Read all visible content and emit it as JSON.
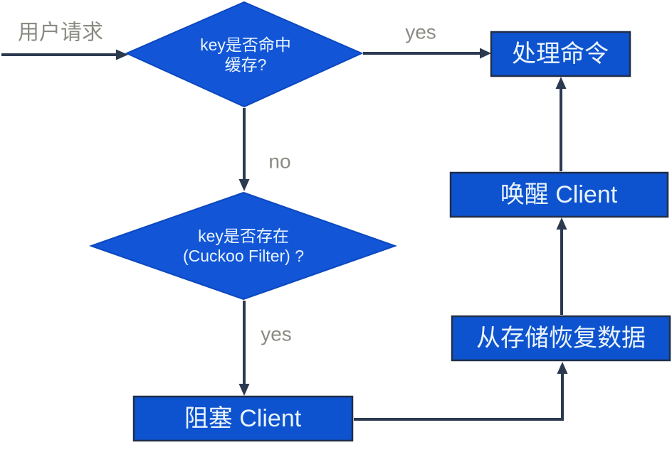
{
  "diagram": {
    "type": "flowchart",
    "topic": "cache lookup / cuckoo filter request flow"
  },
  "colors": {
    "background": "#FFFFFF",
    "diamond_fill": "#1255D7",
    "diamond_stroke": "#0B48BE",
    "box_fill": "#0D52CE",
    "box_border": "#202F49",
    "arrow": "#2C3A50",
    "label_text": "#8B8B84",
    "node_text": "#E9F4FC"
  },
  "labels": {
    "user_request": "用户请求",
    "cache_hit_yes": "yes",
    "cache_hit_no": "no",
    "key_exists_yes": "yes"
  },
  "nodes": {
    "cache_hit": {
      "line1": "key是否命中",
      "line2": "缓存?"
    },
    "process_command": {
      "label": "处理命令"
    },
    "key_exists": {
      "line1": "key是否存在",
      "line2": "(Cuckoo Filter) ?"
    },
    "block_client": {
      "label": "阻塞 Client"
    },
    "restore_data": {
      "label": "从存储恢复数据"
    },
    "wake_client": {
      "label": "唤醒 Client"
    }
  },
  "edges": [
    {
      "from": "用户请求",
      "to": "key是否命中缓存?",
      "label": ""
    },
    {
      "from": "key是否命中缓存?",
      "to": "处理命令",
      "label": "yes"
    },
    {
      "from": "key是否命中缓存?",
      "to": "key是否存在(Cuckoo Filter)?",
      "label": "no"
    },
    {
      "from": "key是否存在(Cuckoo Filter)?",
      "to": "阻塞 Client",
      "label": "yes"
    },
    {
      "from": "阻塞 Client",
      "to": "从存储恢复数据",
      "label": ""
    },
    {
      "from": "从存储恢复数据",
      "to": "唤醒 Client",
      "label": ""
    },
    {
      "from": "唤醒 Client",
      "to": "处理命令",
      "label": ""
    }
  ]
}
